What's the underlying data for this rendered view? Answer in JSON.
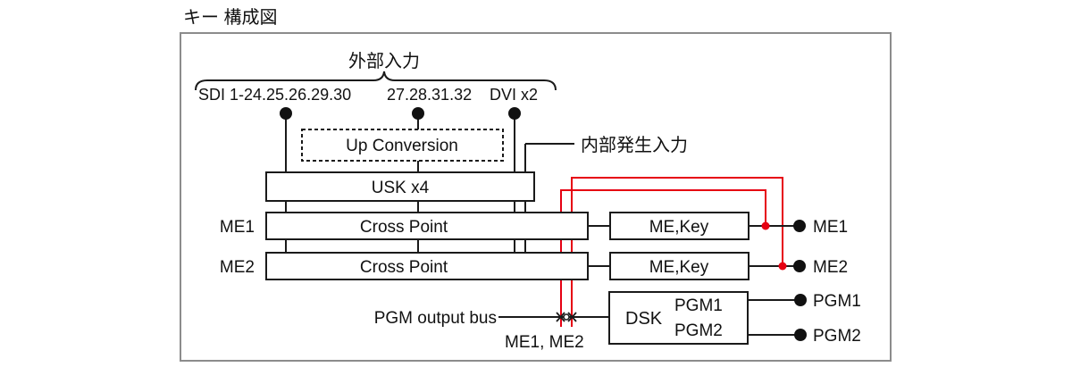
{
  "title": "キー 構成図",
  "colors": {
    "red": "#e60012",
    "frame": "#8c8c8c",
    "line": "#1a1a1a"
  },
  "diagram": {
    "external_input_label": "外部入力",
    "inputs": {
      "sdi": "SDI 1-24.25.26.29.30",
      "mid": "27.28.31.32",
      "dvi": "DVI x2"
    },
    "internal_input_label": "内部発生入力",
    "boxes": {
      "up_conversion": "Up Conversion",
      "usk": "USK x4",
      "crosspoint_me1": "Cross Point",
      "crosspoint_me2": "Cross Point",
      "me_key_1": "ME,Key",
      "me_key_2": "ME,Key",
      "dsk": "DSK",
      "dsk_pgm1": "PGM1",
      "dsk_pgm2": "PGM2"
    },
    "row_labels": {
      "me1": "ME1",
      "me2": "ME2"
    },
    "bus_labels": {
      "pgm_output_bus": "PGM output bus",
      "reentry": "ME1, ME2"
    },
    "outputs": {
      "me1": "ME1",
      "me2": "ME2",
      "pgm1": "PGM1",
      "pgm2": "PGM2"
    }
  }
}
